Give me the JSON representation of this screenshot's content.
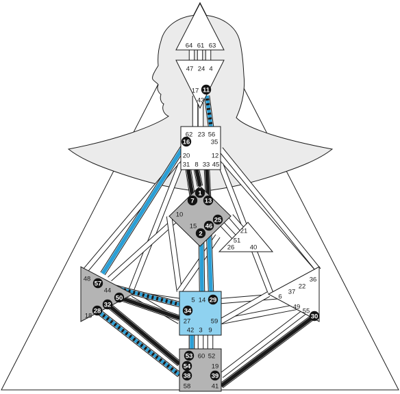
{
  "colors": {
    "background": "#ffffff",
    "silhouette": "#ebebeb",
    "line": "#1a1a1a",
    "personality": "#1a1a1a",
    "design": "#2a9fd6",
    "defined_head": "#ffffff",
    "defined_blue": "#8fd2f0",
    "defined_gray": "#b4b4b4",
    "undefined": "#ffffff"
  },
  "centers": [
    {
      "id": "head",
      "fill": "undefined"
    },
    {
      "id": "ajna",
      "fill": "undefined"
    },
    {
      "id": "throat",
      "fill": "undefined"
    },
    {
      "id": "g",
      "fill": "defined_gray"
    },
    {
      "id": "heart",
      "fill": "undefined"
    },
    {
      "id": "spleen",
      "fill": "defined_gray"
    },
    {
      "id": "sacral",
      "fill": "defined_blue"
    },
    {
      "id": "solar-plexus",
      "fill": "undefined"
    },
    {
      "id": "root",
      "fill": "defined_gray"
    }
  ],
  "gates": [
    {
      "n": "64",
      "active": false
    },
    {
      "n": "61",
      "active": false
    },
    {
      "n": "63",
      "active": false
    },
    {
      "n": "47",
      "active": false
    },
    {
      "n": "24",
      "active": false
    },
    {
      "n": "4",
      "active": false
    },
    {
      "n": "17",
      "active": false
    },
    {
      "n": "11",
      "active": true
    },
    {
      "n": "43",
      "active": false
    },
    {
      "n": "62",
      "active": false
    },
    {
      "n": "23",
      "active": false
    },
    {
      "n": "56",
      "active": false
    },
    {
      "n": "16",
      "active": true
    },
    {
      "n": "35",
      "active": false
    },
    {
      "n": "20",
      "active": false
    },
    {
      "n": "12",
      "active": false
    },
    {
      "n": "31",
      "active": false
    },
    {
      "n": "8",
      "active": false
    },
    {
      "n": "33",
      "active": false
    },
    {
      "n": "45",
      "active": false
    },
    {
      "n": "1",
      "active": true
    },
    {
      "n": "7",
      "active": true
    },
    {
      "n": "13",
      "active": true
    },
    {
      "n": "10",
      "active": false
    },
    {
      "n": "25",
      "active": true
    },
    {
      "n": "15",
      "active": false
    },
    {
      "n": "46",
      "active": true
    },
    {
      "n": "2",
      "active": true
    },
    {
      "n": "21",
      "active": false
    },
    {
      "n": "51",
      "active": false
    },
    {
      "n": "26",
      "active": false
    },
    {
      "n": "40",
      "active": false
    },
    {
      "n": "48",
      "active": false
    },
    {
      "n": "57",
      "active": true
    },
    {
      "n": "44",
      "active": false
    },
    {
      "n": "50",
      "active": true
    },
    {
      "n": "32",
      "active": true
    },
    {
      "n": "28",
      "active": true
    },
    {
      "n": "18",
      "active": false
    },
    {
      "n": "5",
      "active": false
    },
    {
      "n": "14",
      "active": false
    },
    {
      "n": "29",
      "active": true
    },
    {
      "n": "34",
      "active": true
    },
    {
      "n": "27",
      "active": false
    },
    {
      "n": "59",
      "active": false
    },
    {
      "n": "42",
      "active": false
    },
    {
      "n": "3",
      "active": false
    },
    {
      "n": "9",
      "active": false
    },
    {
      "n": "36",
      "active": false
    },
    {
      "n": "22",
      "active": false
    },
    {
      "n": "37",
      "active": false
    },
    {
      "n": "6",
      "active": false
    },
    {
      "n": "49",
      "active": false
    },
    {
      "n": "55",
      "active": false
    },
    {
      "n": "30",
      "active": true
    },
    {
      "n": "53",
      "active": true
    },
    {
      "n": "60",
      "active": false
    },
    {
      "n": "52",
      "active": false
    },
    {
      "n": "54",
      "active": true
    },
    {
      "n": "19",
      "active": false
    },
    {
      "n": "38",
      "active": true
    },
    {
      "n": "39",
      "active": true
    },
    {
      "n": "58",
      "active": false
    },
    {
      "n": "41",
      "active": false
    }
  ],
  "channels": [
    {
      "gates": "11-56",
      "activation": "design-dashed"
    },
    {
      "gates": "16-48",
      "activation": "design"
    },
    {
      "gates": "1-8",
      "activation": "personality"
    },
    {
      "gates": "7-31",
      "activation": "personality"
    },
    {
      "gates": "13-33",
      "activation": "personality"
    },
    {
      "gates": "25-51",
      "activation": "none"
    },
    {
      "gates": "46-29",
      "activation": "design"
    },
    {
      "gates": "2-14",
      "activation": "mixed"
    },
    {
      "gates": "57-34",
      "activation": "design-dashed"
    },
    {
      "gates": "50-27",
      "activation": "personality"
    },
    {
      "gates": "28-38",
      "activation": "design-dashed"
    },
    {
      "gates": "32-54",
      "activation": "personality"
    },
    {
      "gates": "30-41",
      "activation": "personality"
    },
    {
      "gates": "53-42",
      "activation": "design"
    },
    {
      "gates": "39-55",
      "activation": "none"
    }
  ]
}
